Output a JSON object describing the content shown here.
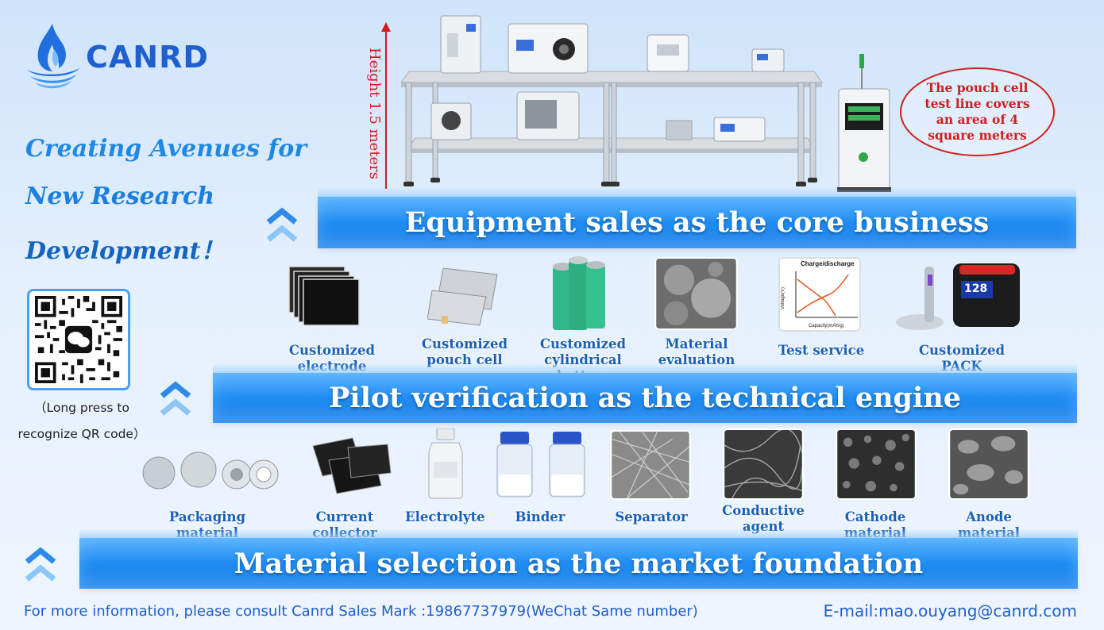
{
  "brand": {
    "name": "CANRD"
  },
  "slogan": {
    "line1": "Creating Avenues for",
    "line2": "New Research",
    "line3": "Development！"
  },
  "qr": {
    "caption_line1": "（Long press to",
    "caption_line2": "recognize QR code）"
  },
  "equipment": {
    "height_label": "Height 1.5 meters",
    "note": "The pouch cell test line covers an area of 4 square meters",
    "band_title": "Equipment sales as the core business"
  },
  "pilot": {
    "band_title": "Pilot verification as the technical engine",
    "items": [
      {
        "label": "Customized electrode"
      },
      {
        "label": "Customized pouch cell"
      },
      {
        "label": "Customized cylindrical battery"
      },
      {
        "label": "Material evaluation"
      },
      {
        "label": "Test service"
      },
      {
        "label": "Customized PACK"
      }
    ],
    "test_chart_title": "Charge/discharge",
    "test_chart_xlabel": "Capacity(mAh/g)",
    "test_chart_ylabel": "Voltage(V)",
    "pack_badge": "128"
  },
  "materials": {
    "band_title": "Material selection as the market foundation",
    "items": [
      {
        "label": "Packaging material"
      },
      {
        "label": "Current collector"
      },
      {
        "label": "Electrolyte"
      },
      {
        "label": "Binder"
      },
      {
        "label": "Separator"
      },
      {
        "label": "Conductive agent"
      },
      {
        "label": "Cathode material"
      },
      {
        "label": "Anode material"
      }
    ]
  },
  "footer": {
    "contact": "For more information, please consult Canrd Sales Mark :19867737979(WeChat Same number)",
    "email": "E-mail:mao.ouyang@canrd.com"
  },
  "colors": {
    "brand_blue": "#1f5fcf",
    "band_blue": "#1e8cf2",
    "note_red": "#d21c1c"
  }
}
